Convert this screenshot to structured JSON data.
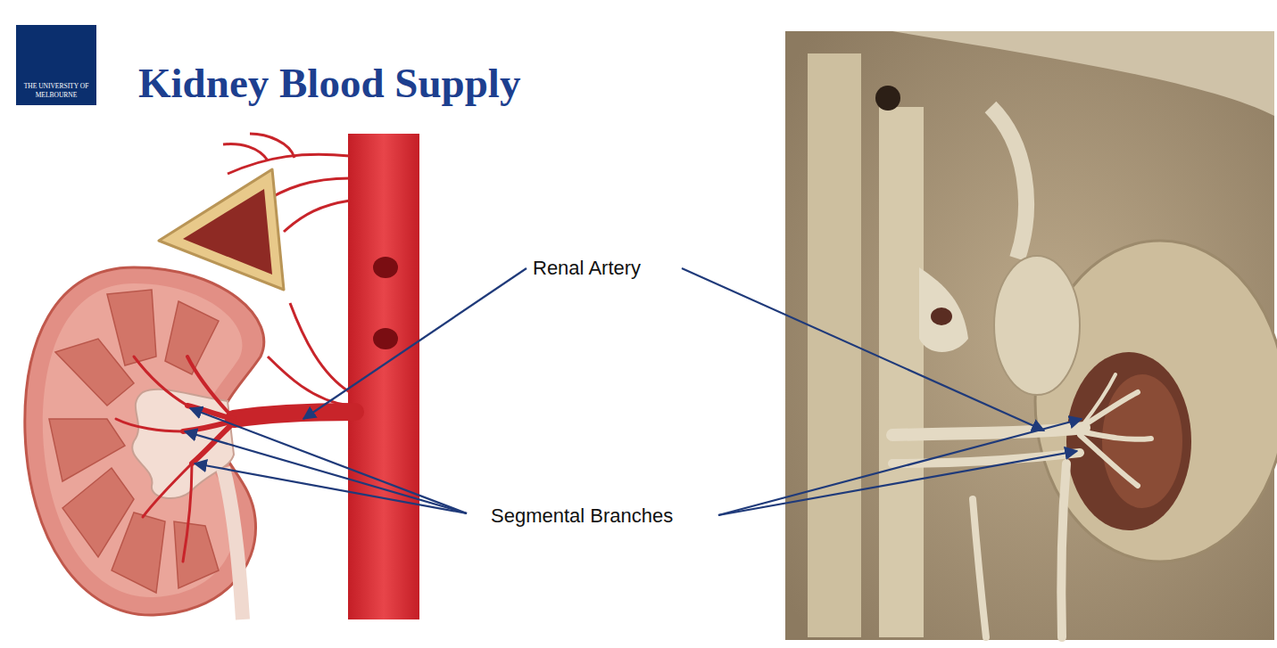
{
  "diagram": {
    "title": "Kidney Blood Supply",
    "nodes": [
      {
        "text": [
          "THE UNIVERSITY OF MELBOURNE"
        ]
      }
    ],
    "labels": [
      "Renal Artery",
      "Segmental Branches"
    ]
  }
}
